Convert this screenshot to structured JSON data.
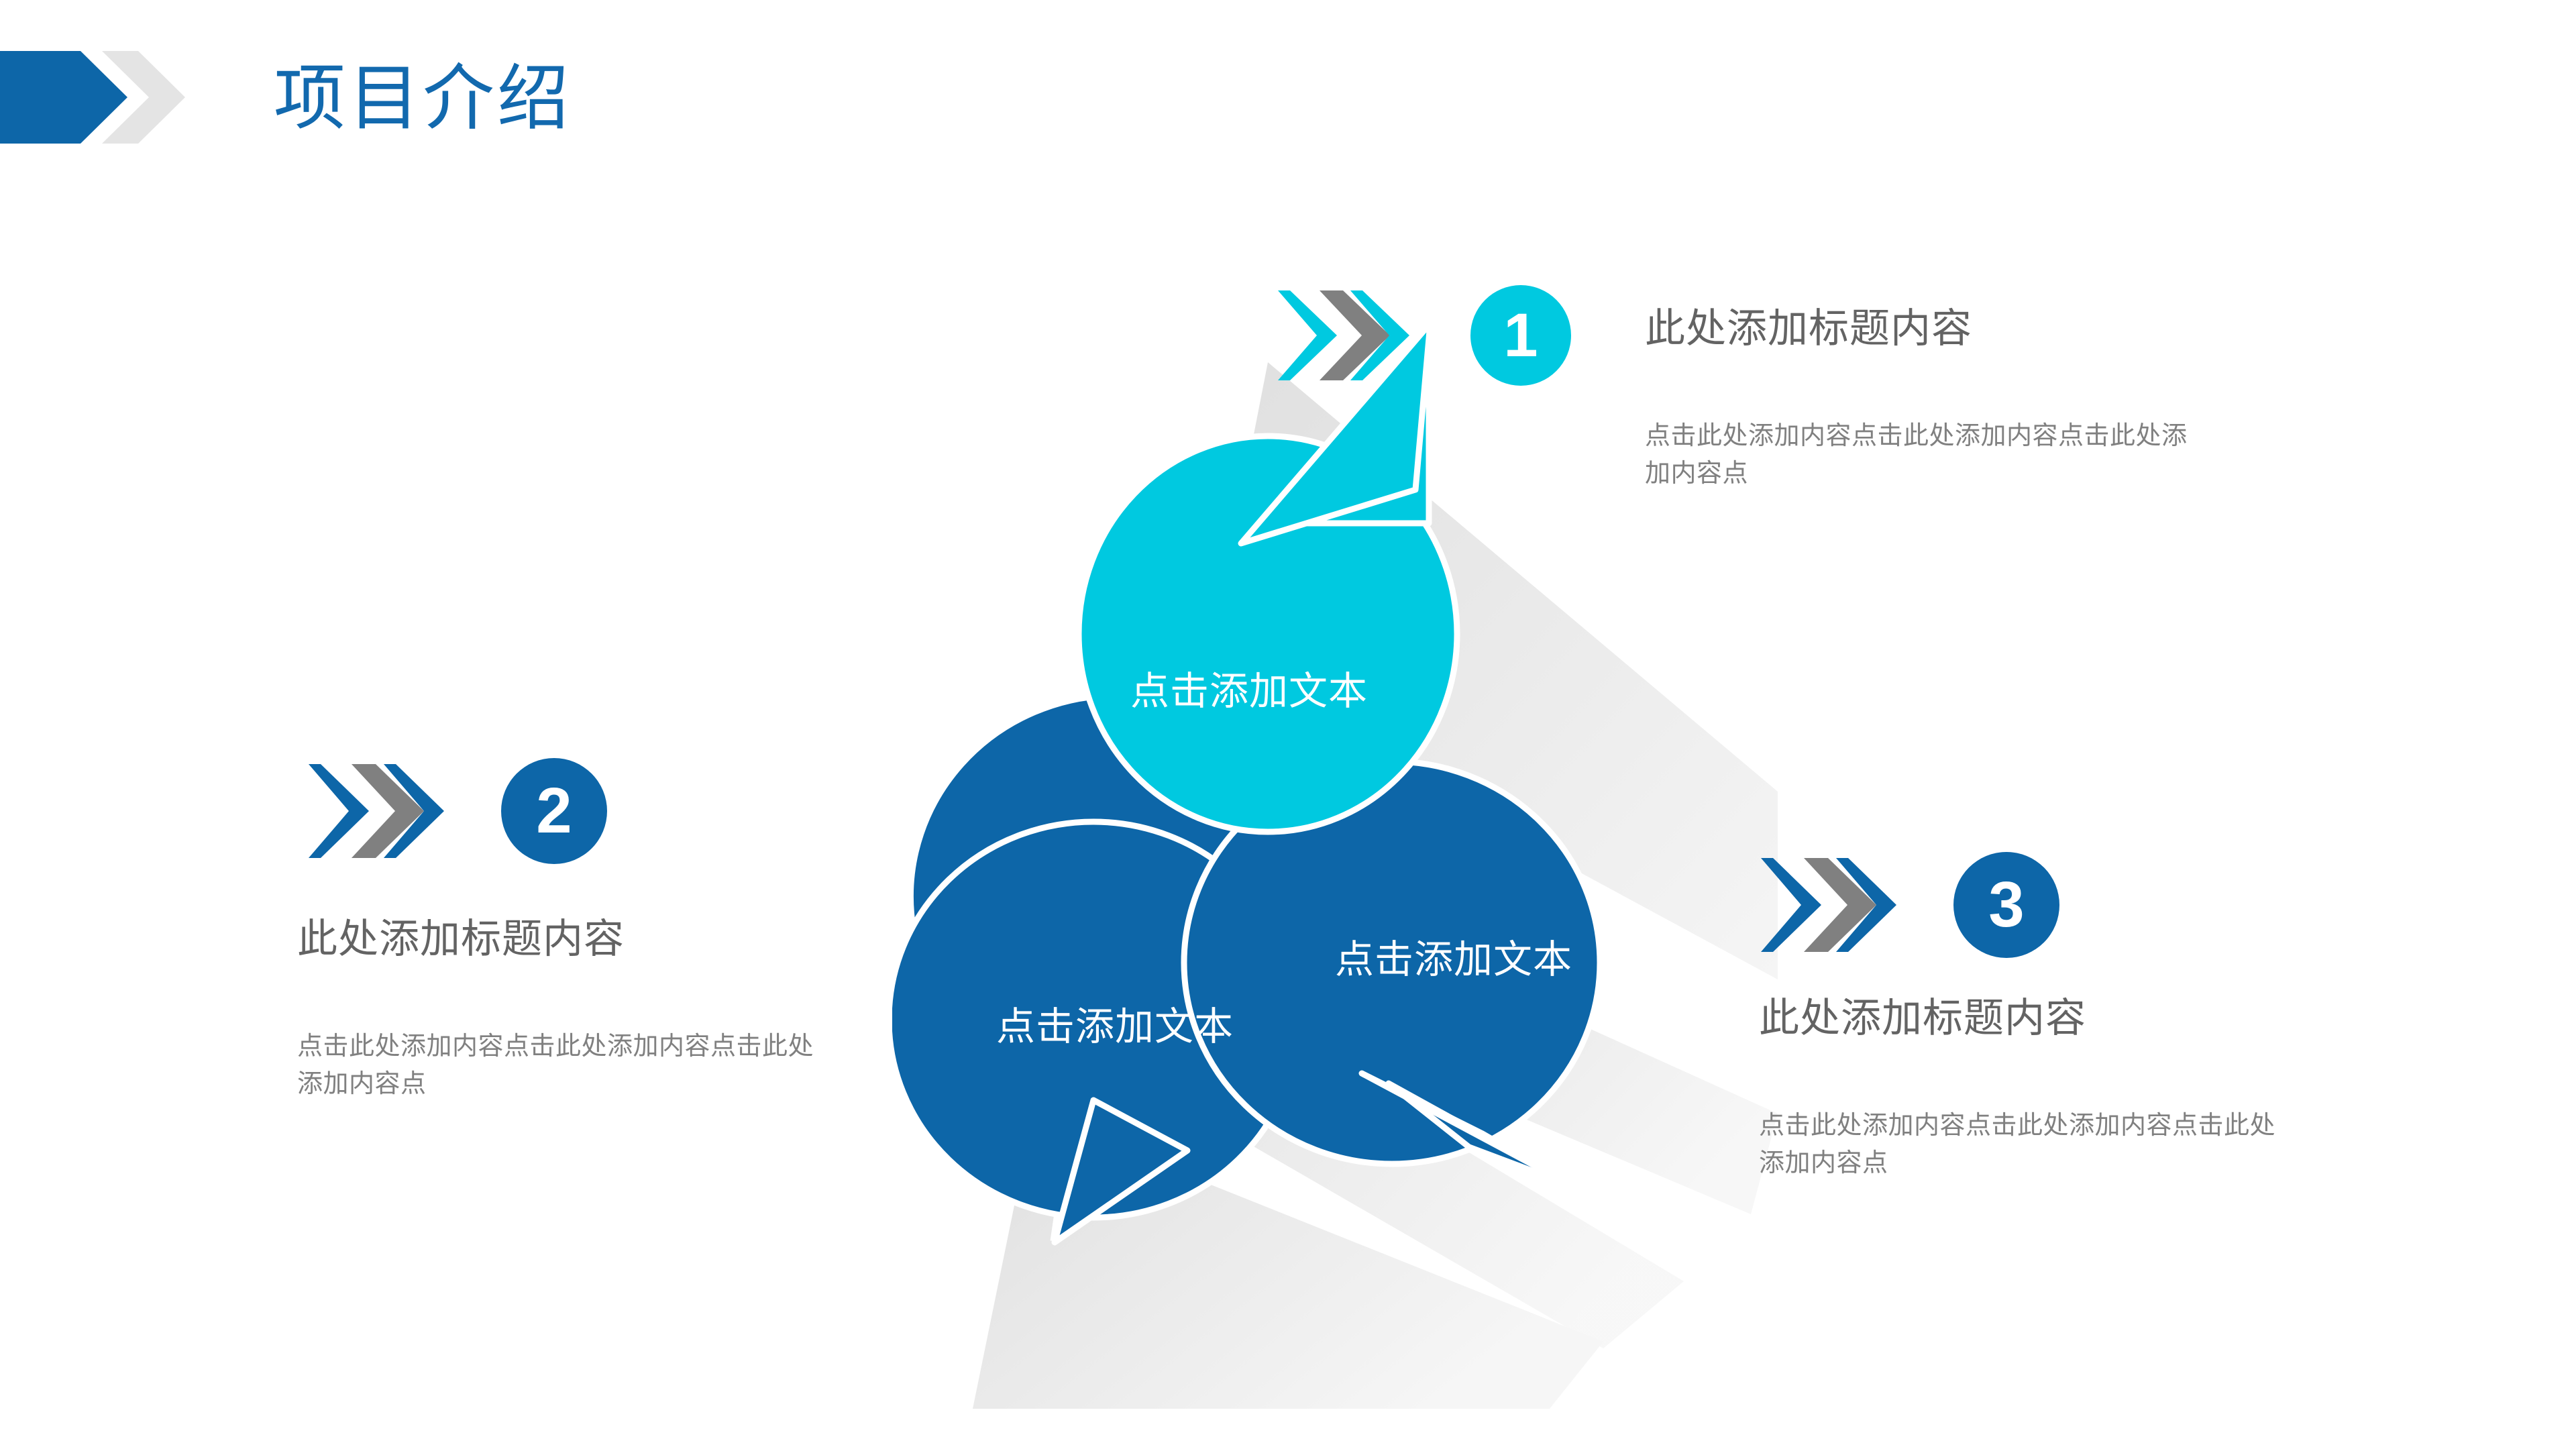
{
  "slide": {
    "title": "项目介绍",
    "background_color": "#FFFFFF"
  },
  "theme": {
    "accent_blue": "#0D66A8",
    "accent_cyan": "#00C9E0",
    "title_blue": "#1269AE",
    "chevron_gray": "#808080",
    "banner_gray": "#E4E4E4",
    "heading_gray": "#636363",
    "body_gray": "#808080",
    "shadow_gray": "#E8E8E8"
  },
  "bubbles": [
    {
      "id": "top",
      "label": "点击添加文本",
      "color": "#00C9E0",
      "text_color": "#FFFFFF",
      "tail": "up-right"
    },
    {
      "id": "left",
      "label": "点击添加文本",
      "color": "#0D66A8",
      "text_color": "#FFFFFF",
      "tail": "down-left"
    },
    {
      "id": "right",
      "label": "点击添加文本",
      "color": "#0D66A8",
      "text_color": "#FFFFFF",
      "tail": "down-right"
    }
  ],
  "items": [
    {
      "number": "1",
      "title": "此处添加标题内容",
      "body": "点击此处添加内容点击此处添加内容点击此处添加内容点",
      "marker_color": "#00C9E0",
      "chevron_colors": [
        "#00C9E0",
        "#808080",
        "#00C9E0"
      ]
    },
    {
      "number": "2",
      "title": "此处添加标题内容",
      "body": "点击此处添加内容点击此处添加内容点击此处添加内容点",
      "marker_color": "#0D66A8",
      "chevron_colors": [
        "#0D66A8",
        "#808080",
        "#0D66A8"
      ]
    },
    {
      "number": "3",
      "title": "此处添加标题内容",
      "body": "点击此处添加内容点击此处添加内容点击此处添加内容点",
      "marker_color": "#0D66A8",
      "chevron_colors": [
        "#0D66A8",
        "#808080",
        "#0D66A8"
      ]
    }
  ]
}
